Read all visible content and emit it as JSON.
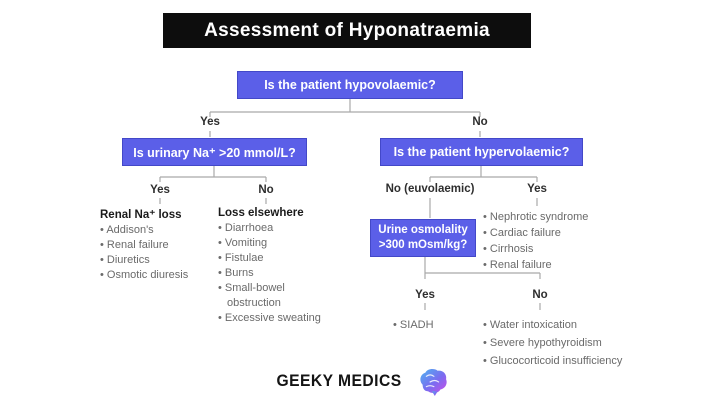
{
  "colors": {
    "accent_blue": "#5b5fe8",
    "title_bg": "#0d0d0d",
    "line_gray": "#a9a9a9",
    "brain_gradient": [
      "#4fb3f0",
      "#7a6cf0",
      "#c84fe8"
    ]
  },
  "title": "Assessment of Hyponatraemia",
  "flow": {
    "q1": "Is the patient hypovolaemic?",
    "q1_yes": "Yes",
    "q1_no": "No",
    "q2": "Is urinary Na⁺ >20 mmol/L?",
    "q2_yes": "Yes",
    "q2_no": "No",
    "renal": {
      "header": "Renal Na⁺ loss",
      "items": [
        "Addison's",
        "Renal failure",
        "Diuretics",
        "Osmotic diuresis"
      ]
    },
    "elsewhere": {
      "header": "Loss elsewhere",
      "items": [
        "Diarrhoea",
        "Vomiting",
        "Fistulae",
        "Burns",
        "Small-bowel obstruction",
        "Excessive sweating"
      ]
    },
    "q3": "Is the patient hypervolaemic?",
    "q3_no": "No (euvolaemic)",
    "q3_yes": "Yes",
    "hypervolaemic_causes": [
      "Nephrotic syndrome",
      "Cardiac failure",
      "Cirrhosis",
      "Renal failure"
    ],
    "q4_line1": "Urine osmolality",
    "q4_line2": ">300 mOsm/kg?",
    "q4_yes": "Yes",
    "q4_no": "No",
    "q4_yes_causes": [
      "SIADH"
    ],
    "q4_no_causes": [
      "Water intoxication",
      "Severe hypothyroidism",
      "Glucocorticoid insufficiency"
    ]
  },
  "footer": {
    "brand": "GEEKY MEDICS"
  }
}
